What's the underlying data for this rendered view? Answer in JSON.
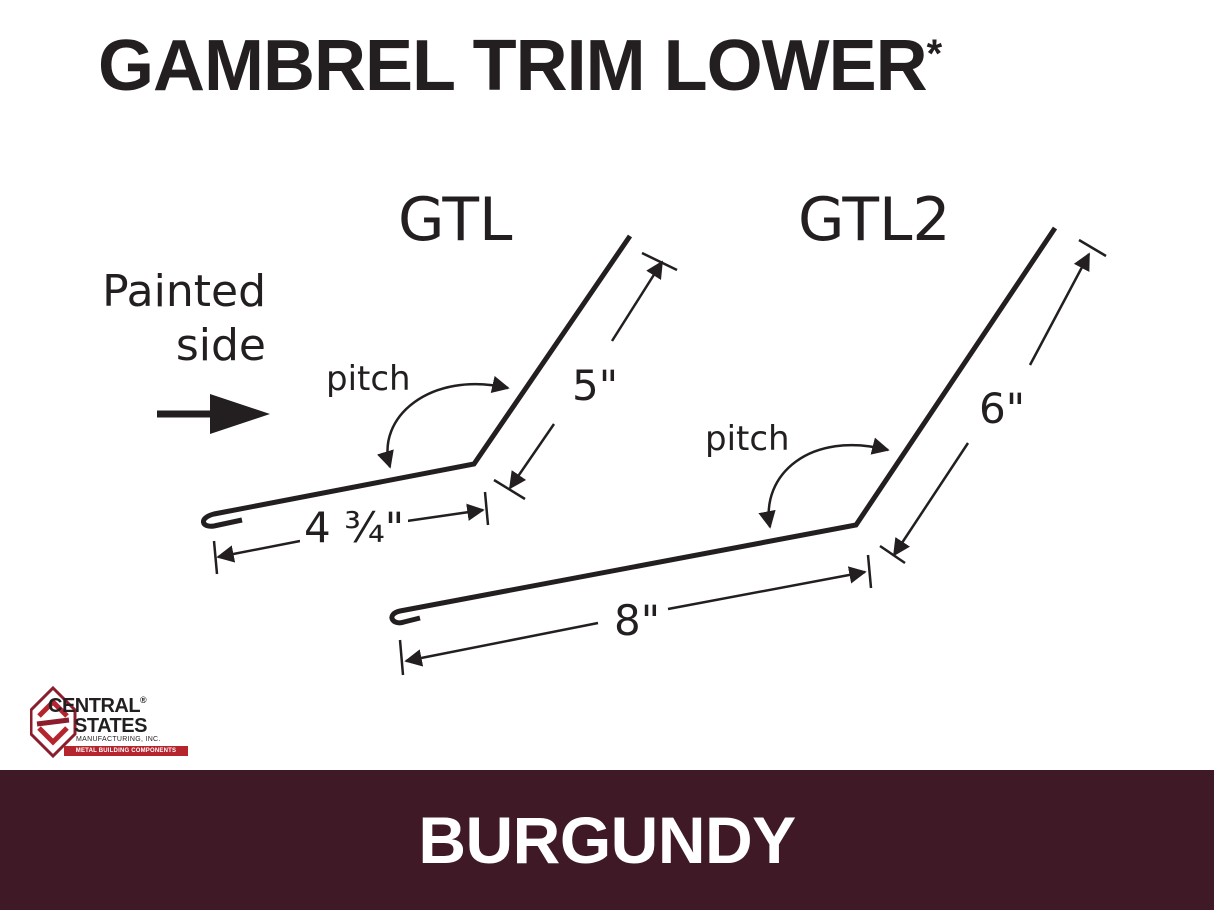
{
  "title": "GAMBREL TRIM LOWER",
  "title_mark": "*",
  "painted_side": {
    "line1": "Painted",
    "line2": "side"
  },
  "profiles": [
    {
      "name": "GTL",
      "pitch_label": "pitch",
      "long_leg": "5\"",
      "short_leg": "4 ¾\""
    },
    {
      "name": "GTL2",
      "pitch_label": "pitch",
      "long_leg": "6\"",
      "short_leg": "8\""
    }
  ],
  "logo": {
    "line1": "CENTRAL",
    "line2": "STATES",
    "line3": "MANUFACTURING, INC.",
    "line4": "METAL BUILDING COMPONENTS",
    "registered": "®"
  },
  "color_name": "BURGUNDY",
  "colors": {
    "trim": "#231f20",
    "band": "#3f1a26",
    "logo_accent": "#b5252e"
  }
}
